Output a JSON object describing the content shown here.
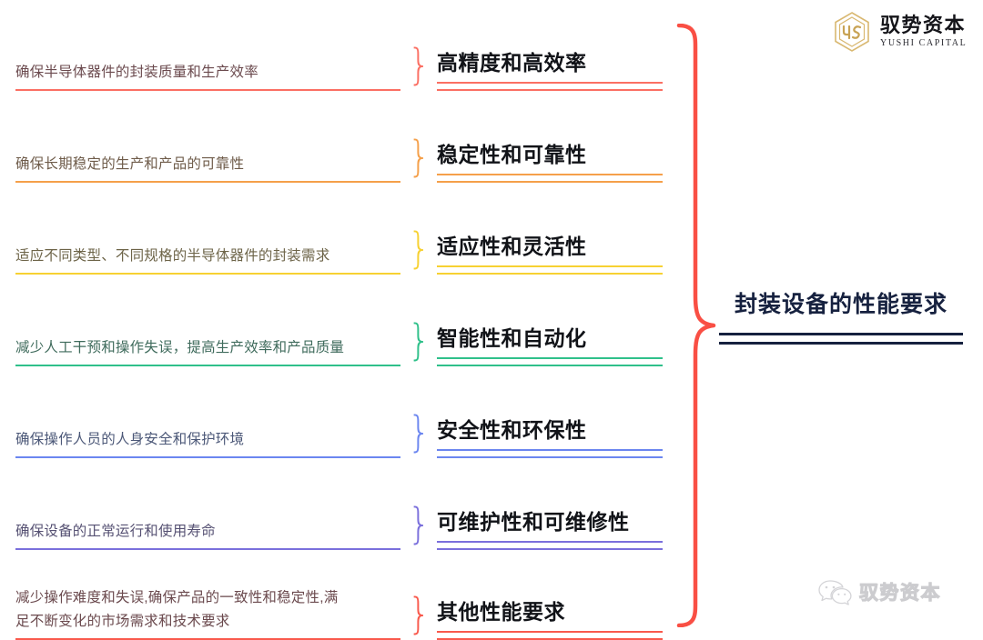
{
  "logo": {
    "name": "logo-yushi-capital",
    "chinese": "驭势资本",
    "english": "YUSHI  CAPITAL",
    "mark_letters": "YS",
    "mark_color": "#d9b871"
  },
  "watermark": {
    "icon": "wechat-icon",
    "text": "驭势资本"
  },
  "main": {
    "title": "封装设备的性能要求",
    "title_color": "#16213f",
    "brace_color": "#f94f44"
  },
  "rows": [
    {
      "description": "确保半导体器件的封装质量和生产效率",
      "category": "高精度和高效率",
      "brace": "}",
      "accent": "#fb6f63",
      "text_color": "#6b4a4e"
    },
    {
      "description": "确保长期稳定的生产和产品的可靠性",
      "category": "稳定性和可靠性",
      "brace": "}",
      "accent": "#f5a04a",
      "text_color": "#6e5b49"
    },
    {
      "description": "适应不同类型、不同规格的半导体器件的封装需求",
      "category": "适应性和灵活性",
      "brace": "}",
      "accent": "#f7d132",
      "text_color": "#6d6448"
    },
    {
      "description": "减少人工干预和操作失误，提高生产效率和产品质量",
      "category": "智能性和自动化",
      "brace": "}",
      "accent": "#2fc08a",
      "text_color": "#3f6b5c"
    },
    {
      "description": "确保操作人员的人身安全和保护环境",
      "category": "安全性和环保性",
      "brace": "}",
      "accent": "#6b86f0",
      "text_color": "#4c5878"
    },
    {
      "description": "确保设备的正常运行和使用寿命",
      "category": "可维护性和可维修性",
      "brace": "}",
      "accent": "#7a6fdc",
      "text_color": "#565173"
    },
    {
      "description": "减少操作难度和失误,确保产品的一致性和稳定性,满\n足不断变化的市场需求和技术要求",
      "category": "其他性能要求",
      "brace": "}",
      "accent": "#f9594c",
      "text_color": "#6b4a4e"
    }
  ]
}
